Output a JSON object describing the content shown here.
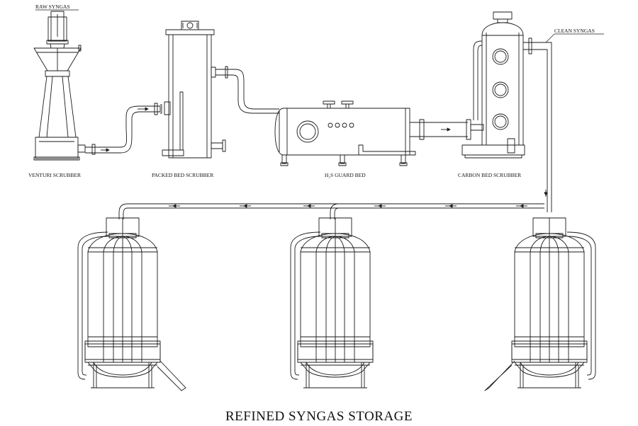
{
  "labels": {
    "raw_syngas": "RAW SYNGAS",
    "clean_syngas": "CLEAN SYNGAS",
    "venturi_scrubber": "VENTURI SCRUBBER",
    "packed_bed_scrubber": "PACKED BED SCRUBBER",
    "h2s_guard_bed": "H₂S GUARD BED",
    "carbon_bed_scrubber": "CARBON BED SCRUBBER"
  },
  "title": "REFINED SYNGAS STORAGE",
  "storage_tank_count": 3,
  "colors": {
    "line": "#1a1a1a",
    "background": "#ffffff"
  }
}
